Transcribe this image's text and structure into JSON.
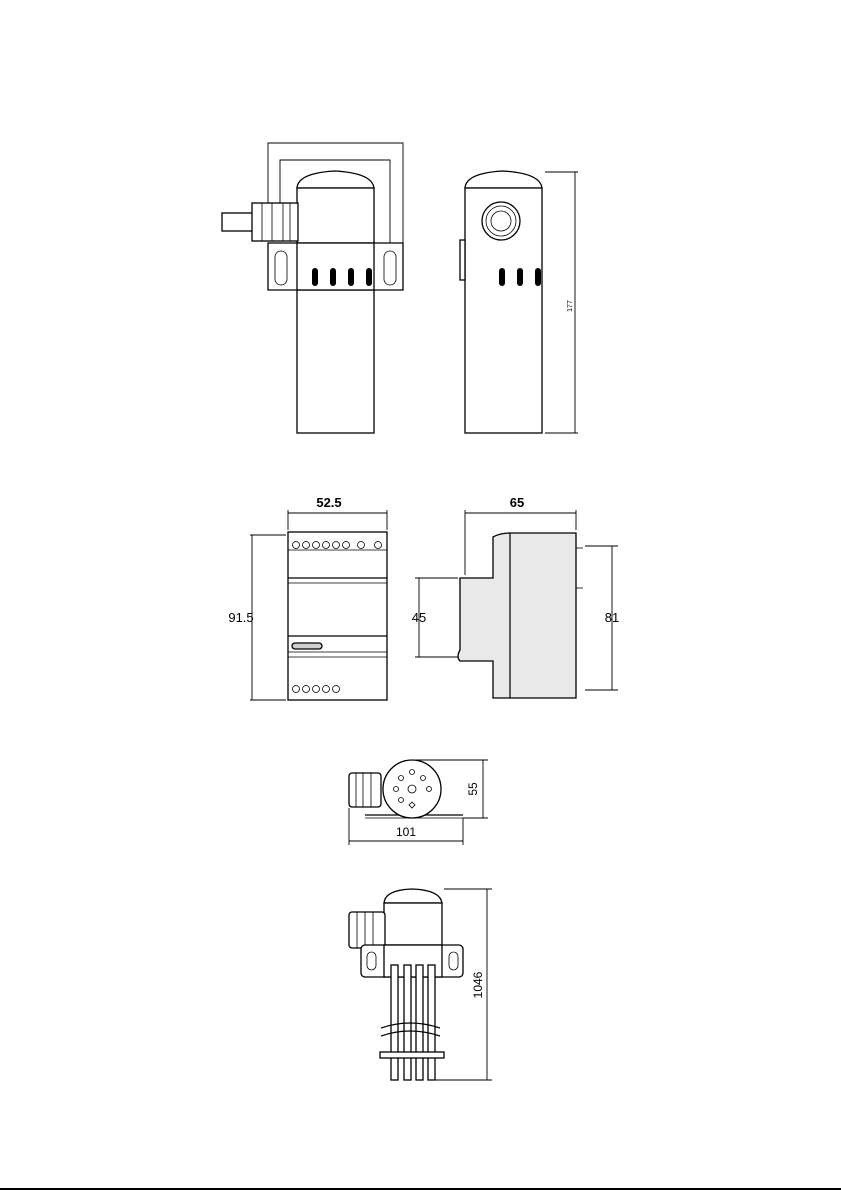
{
  "figure_1": {
    "height_label": "177"
  },
  "figure_2": {
    "width_label": "52.5",
    "depth_label": "65",
    "height_label": "91.5",
    "step_label": "45",
    "rear_height_label": "81"
  },
  "figure_3": {
    "height_label": "55",
    "length_label": "101"
  },
  "figure_4": {
    "length_label": "1046"
  }
}
